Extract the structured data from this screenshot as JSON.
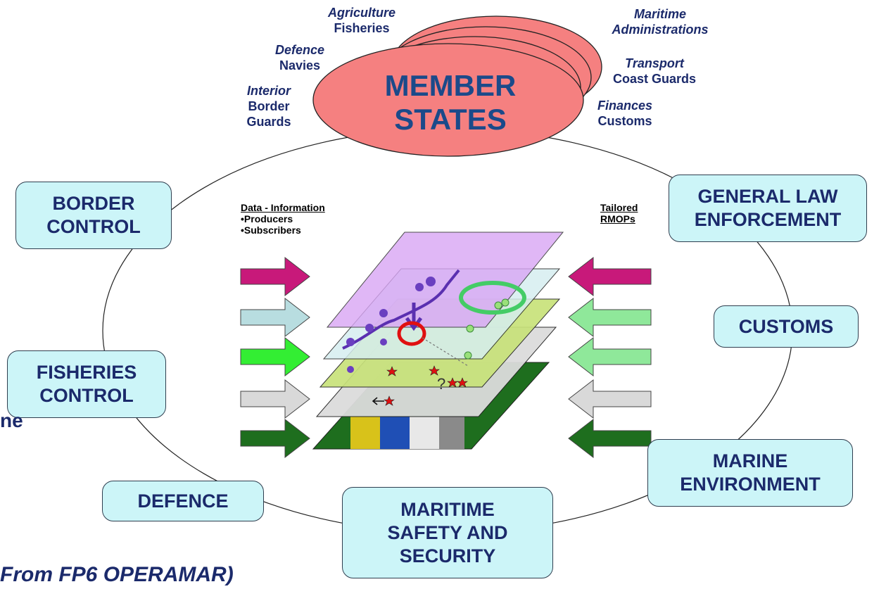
{
  "member_states": {
    "title": "MEMBER\nSTATES",
    "ellipse_color": "#f58080",
    "ministries": [
      {
        "italic": "Agriculture",
        "regular": "Fisheries"
      },
      {
        "italic": "Defence",
        "regular": "Navies"
      },
      {
        "italic": "Interior",
        "regular": "Border\nGuards"
      },
      {
        "italic": "Maritime",
        "regular": "Administrations"
      },
      {
        "italic": "Transport",
        "regular": "Coast Guards"
      },
      {
        "italic": "Finances",
        "regular": "Customs"
      }
    ]
  },
  "functions": {
    "border_control": "BORDER\nCONTROL",
    "general_law": "GENERAL LAW\nENFORCEMENT",
    "customs": "CUSTOMS",
    "fisheries_control": "FISHERIES\nCONTROL",
    "marine_environment": "MARINE\nENVIRONMENT",
    "defence": "DEFENCE",
    "maritime_safety": "MARITIME\nSAFETY AND\nSECURITY"
  },
  "center": {
    "left_title": "Data - Information",
    "left_items": [
      "•Producers",
      "•Subscribers"
    ],
    "right_title": "Tailored",
    "right_sub": "RMOPs"
  },
  "colors": {
    "box_fill": "#ccf5f8",
    "text": "#1b2a6b",
    "arrow_colors": [
      "#c8197a",
      "#b8dde0",
      "#33ee33",
      "#d9d9d9",
      "#1e6e1e"
    ],
    "layer_colors": [
      "#d9a6f5",
      "#d6eef0",
      "#c8e27a",
      "#dcdcdc",
      "#1e6e1e"
    ]
  },
  "partial_text": "ne",
  "footer": "From FP6 OPERAMAR)"
}
